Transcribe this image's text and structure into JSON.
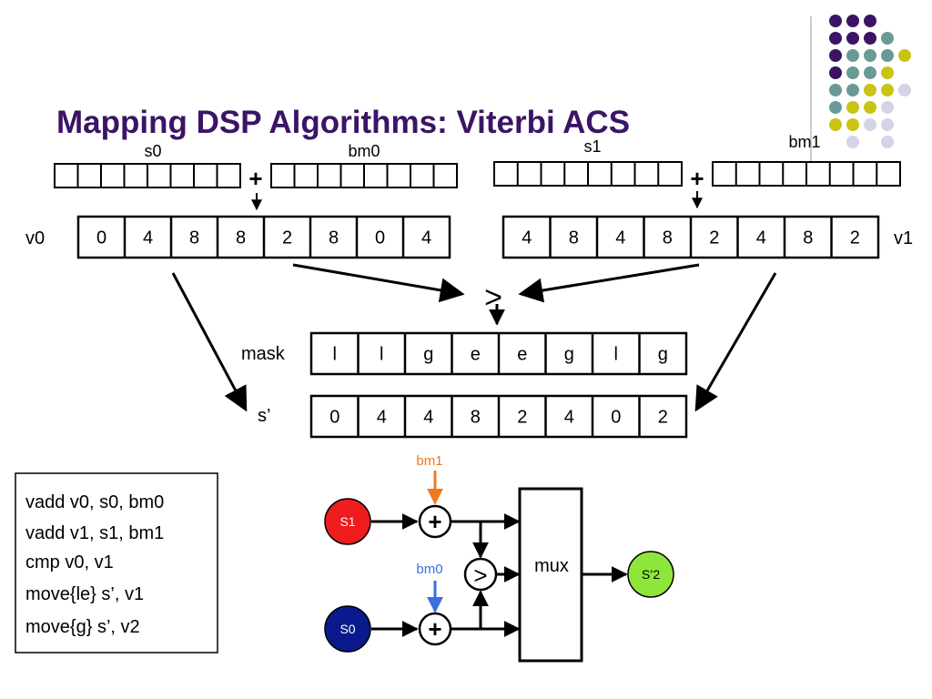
{
  "title": "Mapping DSP Algorithms: Viterbi ACS",
  "top_labels": {
    "s0": "s0",
    "bm0": "bm0",
    "s1": "s1",
    "bm1": "bm1"
  },
  "plus": "+",
  "compare_symbol": ">",
  "v0": {
    "label": "v0",
    "cells": [
      "0",
      "4",
      "8",
      "8",
      "2",
      "8",
      "0",
      "4"
    ]
  },
  "v1": {
    "label": "v1",
    "cells": [
      "4",
      "8",
      "4",
      "8",
      "2",
      "4",
      "8",
      "2"
    ]
  },
  "mask": {
    "label": "mask",
    "cells": [
      "l",
      "l",
      "g",
      "e",
      "e",
      "g",
      "l",
      "g"
    ]
  },
  "s_prime": {
    "label": "s’",
    "cells": [
      "0",
      "4",
      "4",
      "8",
      "2",
      "4",
      "0",
      "2"
    ]
  },
  "code": [
    "vadd v0, s0, bm0",
    "vadd v1, s1, bm1",
    "cmp  v0, v1",
    "move{le} s’, v1",
    "move{g}  s’, v2"
  ],
  "circuit": {
    "s1": "S1",
    "s0": "S0",
    "bm1": "bm1",
    "bm0": "bm0",
    "mux": "mux",
    "out": "S’2",
    "plus": "+",
    "compare": ">"
  },
  "colors": {
    "title": "#3b1466",
    "purple": "#3b1466",
    "teal": "#6a9a98",
    "olive": "#c9c414",
    "lavender": "#d4d4e6",
    "s1_node": "#ee1c1c",
    "s0_node": "#0a1a8c",
    "out_node": "#8ee63a",
    "bm1_arrow": "#f07820",
    "bm0_arrow": "#3a6fe0"
  },
  "decor_dots": [
    [
      "purple",
      "purple",
      "purple",
      "",
      "",
      ""
    ],
    [
      "purple",
      "purple",
      "purple",
      "teal",
      "",
      ""
    ],
    [
      "purple",
      "teal",
      "teal",
      "teal",
      "olive",
      ""
    ],
    [
      "purple",
      "teal",
      "teal",
      "olive",
      "",
      ""
    ],
    [
      "teal",
      "teal",
      "olive",
      "olive",
      "lavender",
      ""
    ],
    [
      "teal",
      "olive",
      "olive",
      "lavender",
      "",
      ""
    ],
    [
      "olive",
      "olive",
      "lavender",
      "lavender",
      "",
      ""
    ],
    [
      "",
      "lavender",
      "",
      "lavender",
      "",
      ""
    ]
  ]
}
